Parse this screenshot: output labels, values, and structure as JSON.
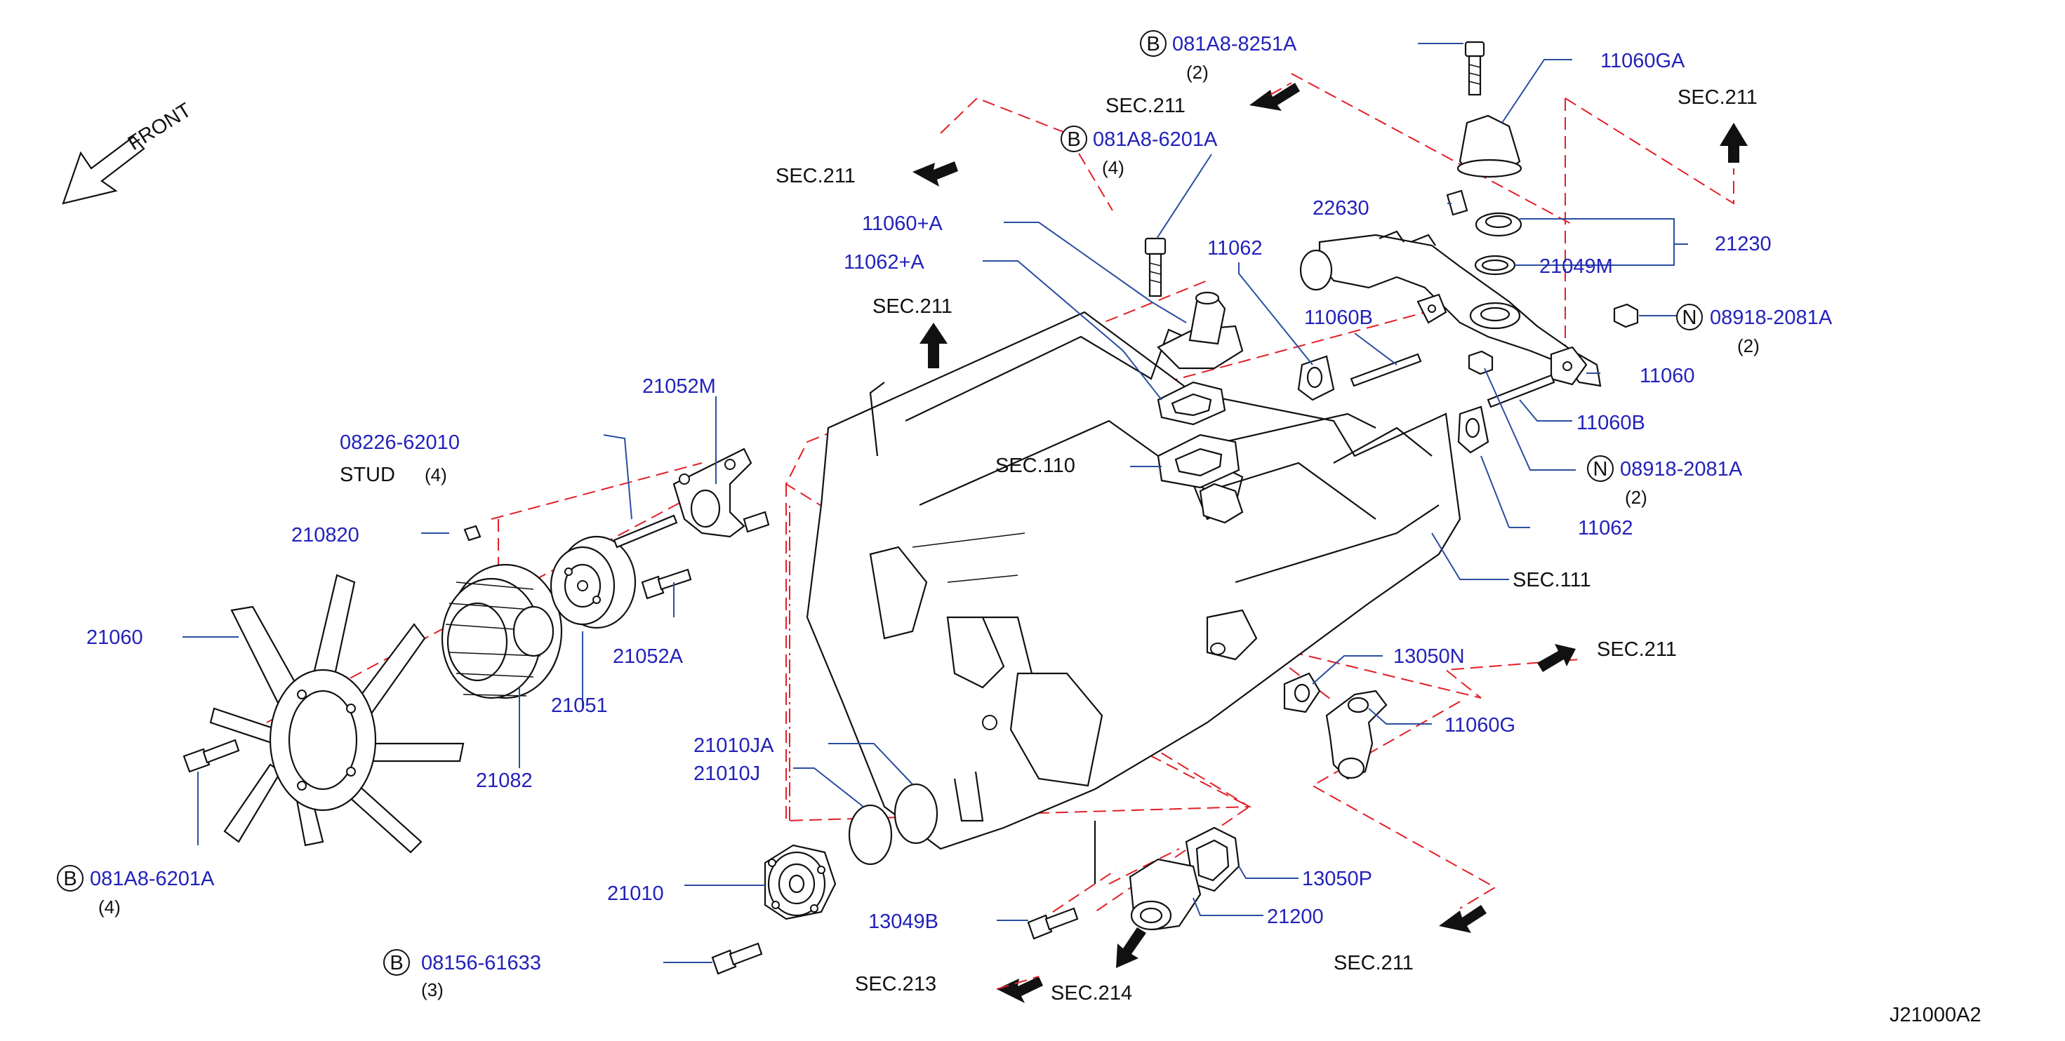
{
  "diagram_code": "J21000A2",
  "front_label": "FRONT",
  "part_numbers": {
    "p11060GA": "11060GA",
    "p22630": "22630",
    "p21230": "21230",
    "p21049M": "21049M",
    "p11060_plus_a": "11060+A",
    "p11062_plus_a": "11062+A",
    "p11062_top": "11062",
    "p11060B_upper": "11060B",
    "p11060": "11060",
    "p11060B_lower": "11060B",
    "p11062_lower": "11062",
    "p21052M": "21052M",
    "p08226": "08226-62010",
    "p210820": "210820",
    "p21060": "21060",
    "p21051": "21051",
    "p21052A": "21052A",
    "p21082": "21082",
    "p21010JA": "21010JA",
    "p21010J": "21010J",
    "p21010": "21010",
    "p13049B": "13049B",
    "p13050N": "13050N",
    "p11060G": "11060G",
    "p13050P": "13050P",
    "p21200": "21200"
  },
  "stud_label": "STUD",
  "quantities": {
    "q_b_8251A": "(2)",
    "q_b_6201A_top": "(4)",
    "q_n_upper": "(2)",
    "q_n_lower": "(2)",
    "q_stud": "(4)",
    "q_b_6201A_left": "(4)",
    "q_b_08156": "(3)"
  },
  "fasteners": {
    "b_8251A": {
      "prefix": "B",
      "number": "081A8-8251A"
    },
    "b_6201A_top": {
      "prefix": "B",
      "number": "081A8-6201A"
    },
    "n_upper": {
      "prefix": "N",
      "number": "08918-2081A"
    },
    "n_lower": {
      "prefix": "N",
      "number": "08918-2081A"
    },
    "b_6201A_left": {
      "prefix": "B",
      "number": "081A8-6201A"
    },
    "b_08156": {
      "prefix": "B",
      "number": "08156-61633"
    }
  },
  "section_refs": {
    "sec211_top_mid": "SEC.211",
    "sec211_top_right": "SEC.211",
    "sec211_top_left": "SEC.211",
    "sec211_mid_left": "SEC.211",
    "sec110": "SEC.110",
    "sec111": "SEC.111",
    "sec211_right": "SEC.211",
    "sec211_bottom_right": "SEC.211",
    "sec213": "SEC.213",
    "sec214": "SEC.214"
  },
  "colors": {
    "part_number_text": "#2222bb",
    "reference_line": "#e21f26",
    "leader_line": "#2a4ea0",
    "line_art": "#111111"
  }
}
